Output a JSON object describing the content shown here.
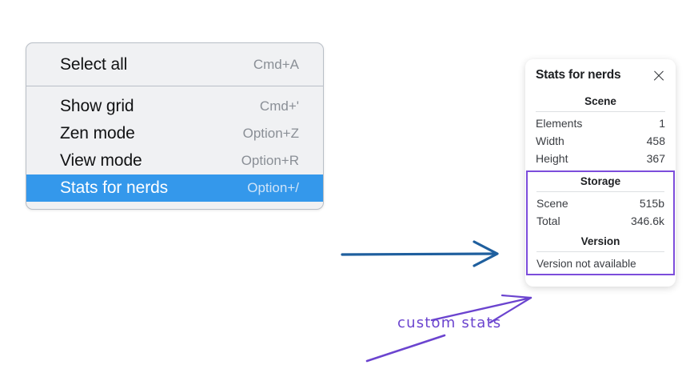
{
  "context_menu": {
    "name": "context-menu",
    "groups": [
      {
        "items": [
          {
            "label": "Select all",
            "shortcut": "Cmd+A",
            "selected": false,
            "name": "menu-item-select-all"
          }
        ]
      },
      {
        "items": [
          {
            "label": "Show grid",
            "shortcut": "Cmd+'",
            "selected": false,
            "name": "menu-item-show-grid"
          },
          {
            "label": "Zen mode",
            "shortcut": "Option+Z",
            "selected": false,
            "name": "menu-item-zen-mode"
          },
          {
            "label": "View mode",
            "shortcut": "Option+R",
            "selected": false,
            "name": "menu-item-view-mode"
          },
          {
            "label": "Stats for nerds",
            "shortcut": "Option+/",
            "selected": true,
            "name": "menu-item-stats-for-nerds"
          }
        ]
      }
    ]
  },
  "stats_panel": {
    "title": "Stats for nerds",
    "close_icon": "close-icon",
    "scene": {
      "section_title": "Scene",
      "rows": [
        {
          "key": "Elements",
          "value": "1"
        },
        {
          "key": "Width",
          "value": "458"
        },
        {
          "key": "Height",
          "value": "367"
        }
      ]
    },
    "storage": {
      "section_title": "Storage",
      "rows": [
        {
          "key": "Scene",
          "value": "515b"
        },
        {
          "key": "Total",
          "value": "346.6k"
        }
      ]
    },
    "version": {
      "section_title": "Version",
      "note": "Version not available"
    }
  },
  "annotations": {
    "custom_stats_label": "custom stats",
    "blue_arrow_color": "#1f5f9e",
    "purple_color": "#6b44cf",
    "highlight_box_color": "#7c4ddb"
  },
  "colors": {
    "menu_background": "#f0f1f3",
    "menu_border": "#b9bfc7",
    "selection_blue": "#3498eb",
    "panel_background": "#ffffff",
    "shortcut_gray": "#8a8f96"
  }
}
